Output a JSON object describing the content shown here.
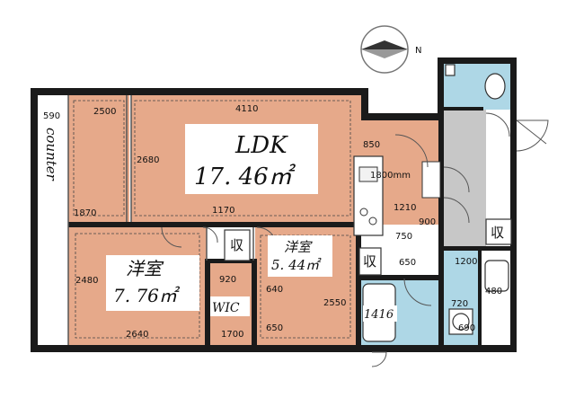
{
  "compass": {
    "north_label": "N"
  },
  "rooms": {
    "ldk": {
      "name": "LDK",
      "area": "17. 46㎡"
    },
    "western1": {
      "name": "洋室",
      "area": "7. 76㎡"
    },
    "western2": {
      "name": "洋室",
      "area": "5. 44㎡"
    },
    "wic": {
      "name": "WIC"
    },
    "counter": {
      "name": "counter"
    },
    "storage1": {
      "name": "収"
    },
    "storage2": {
      "name": "収"
    },
    "storage3": {
      "name": "収"
    },
    "bath": {
      "name": "1416"
    }
  },
  "dimensions": {
    "d590": "590",
    "d2500": "2500",
    "d4110": "4110",
    "d2680": "2680",
    "d1870": "1870",
    "d1170": "1170",
    "d850": "850",
    "d1800": "1800mm",
    "d1210": "1210",
    "d900": "900",
    "d750": "750",
    "d650a": "650",
    "d2480": "2480",
    "d2640": "2640",
    "d920": "920",
    "d1700": "1700",
    "d640": "640",
    "d650b": "650",
    "d2550": "2550",
    "d1200": "1200",
    "d480": "480",
    "d720": "720",
    "d690": "690"
  },
  "colors": {
    "wood": "#e6a98a",
    "wall": "#1a1a1a",
    "tile": "#aed7e6",
    "white_panel": "#ffffff",
    "hall": "#ffffff"
  }
}
